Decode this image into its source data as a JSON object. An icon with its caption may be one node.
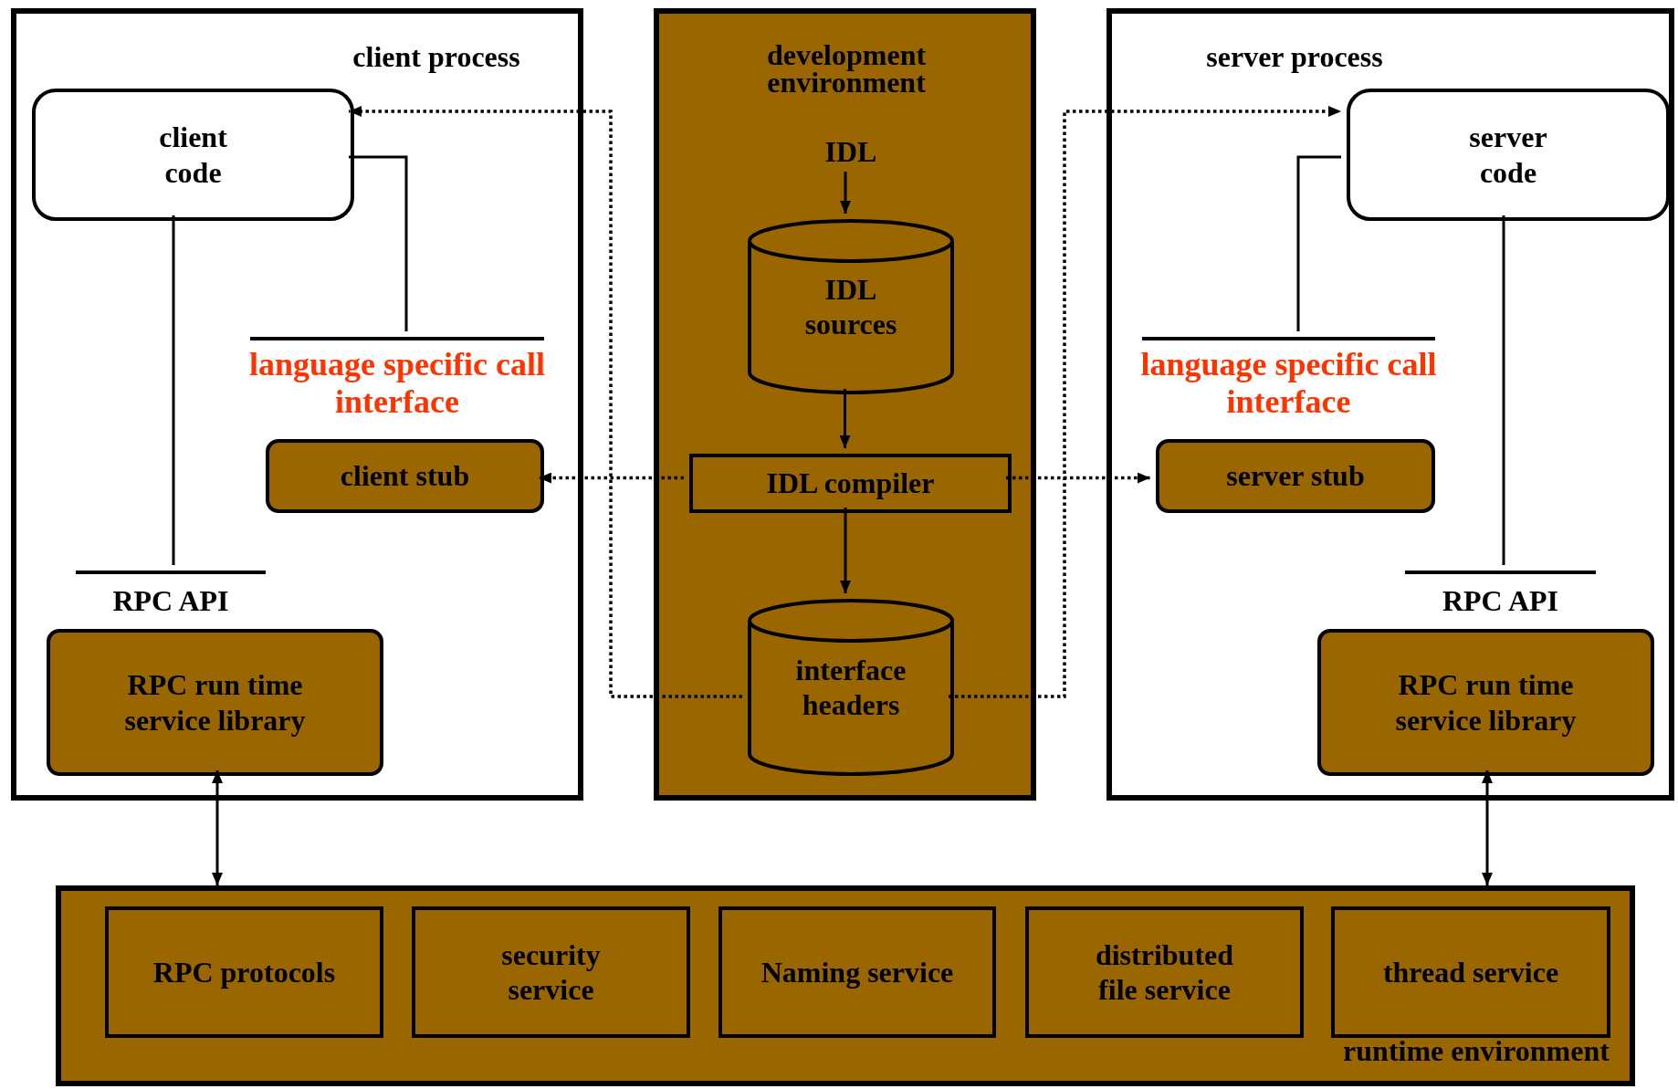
{
  "diagram": {
    "nodes": [
      {
        "text": [
          "client process"
        ]
      },
      {
        "text": [
          "client code"
        ],
        "in": 0
      },
      {
        "text": [
          "language specific call interface"
        ],
        "in": 0
      },
      {
        "text": [
          "client stub"
        ],
        "in": 0
      },
      {
        "text": [
          "RPC API"
        ],
        "in": 0
      },
      {
        "text": [
          "RPC run time service library"
        ],
        "in": 0
      },
      {
        "text": [
          "development environment"
        ]
      },
      {
        "text": [
          "IDL"
        ],
        "in": 6
      },
      {
        "text": [
          "IDL sources"
        ],
        "in": 6
      },
      {
        "text": [
          "IDL compiler"
        ],
        "in": 6
      },
      {
        "text": [
          "interface headers"
        ],
        "in": 6
      },
      {
        "text": [
          "server process"
        ]
      },
      {
        "text": [
          "server code"
        ],
        "in": 11
      },
      {
        "text": [
          "language specific call interface"
        ],
        "in": 11
      },
      {
        "text": [
          "server stub"
        ],
        "in": 11
      },
      {
        "text": [
          "RPC API"
        ],
        "in": 11
      },
      {
        "text": [
          "RPC run time service library"
        ],
        "in": 11
      },
      {
        "text": [
          "runtime environment"
        ]
      },
      {
        "text": [
          "RPC protocols"
        ],
        "in": 17
      },
      {
        "text": [
          "security service"
        ],
        "in": 17
      },
      {
        "text": [
          "Naming service"
        ],
        "in": 17
      },
      {
        "text": [
          "distributed file service"
        ],
        "in": 17
      },
      {
        "text": [
          "thread service"
        ],
        "in": 17
      }
    ],
    "edges": [
      {
        "from": 7,
        "to": 8,
        "arrow": "to"
      },
      {
        "from": 8,
        "to": 9,
        "arrow": "to"
      },
      {
        "from": 9,
        "to": 10,
        "arrow": "to"
      },
      {
        "from": 9,
        "to": 3,
        "arrow": "to",
        "style": "dashed"
      },
      {
        "from": 9,
        "to": 14,
        "arrow": "to",
        "style": "dashed"
      },
      {
        "from": 10,
        "to": 1,
        "arrow": "to",
        "style": "dashed"
      },
      {
        "from": 10,
        "to": 12,
        "arrow": "to",
        "style": "dashed"
      },
      {
        "from": 1,
        "to": 2,
        "arrow": "none"
      },
      {
        "from": 1,
        "to": 4,
        "arrow": "none"
      },
      {
        "from": 12,
        "to": 13,
        "arrow": "none"
      },
      {
        "from": 12,
        "to": 15,
        "arrow": "none"
      },
      {
        "from": 5,
        "to": 17,
        "arrow": "both"
      },
      {
        "from": 16,
        "to": 17,
        "arrow": "both"
      }
    ]
  }
}
